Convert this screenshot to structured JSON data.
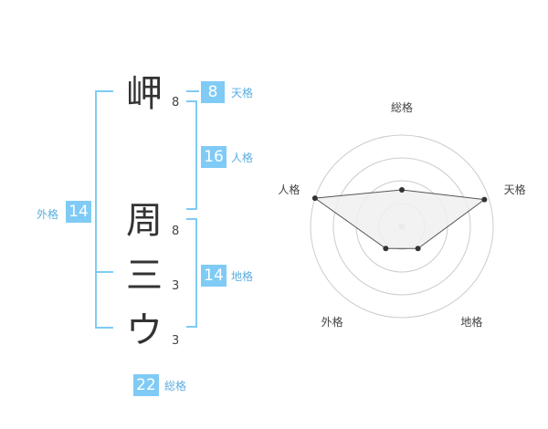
{
  "name": {
    "characters": [
      {
        "char": "岬",
        "strokes": "8"
      },
      {
        "char": "周",
        "strokes": "8"
      },
      {
        "char": "三",
        "strokes": "3"
      },
      {
        "char": "ウ",
        "strokes": "3"
      }
    ]
  },
  "fortunes": {
    "tenkaku": {
      "value": "8",
      "label": "天格"
    },
    "jinkaku": {
      "value": "16",
      "label": "人格"
    },
    "chikaku": {
      "value": "14",
      "label": "地格"
    },
    "gaikaku": {
      "value": "14",
      "label": "外格"
    },
    "soukaku": {
      "value": "22",
      "label": "総格"
    }
  },
  "chart_data": {
    "type": "radar",
    "axes": [
      "総格",
      "天格",
      "地格",
      "外格",
      "人格"
    ],
    "values": [
      0.4,
      0.95,
      0.3,
      0.3,
      1.0
    ],
    "rings": 4,
    "colors": {
      "fill": "#f0f0f0",
      "stroke": "#555555",
      "grid": "#cccccc",
      "point": "#333333",
      "center": "#cccccc"
    }
  }
}
